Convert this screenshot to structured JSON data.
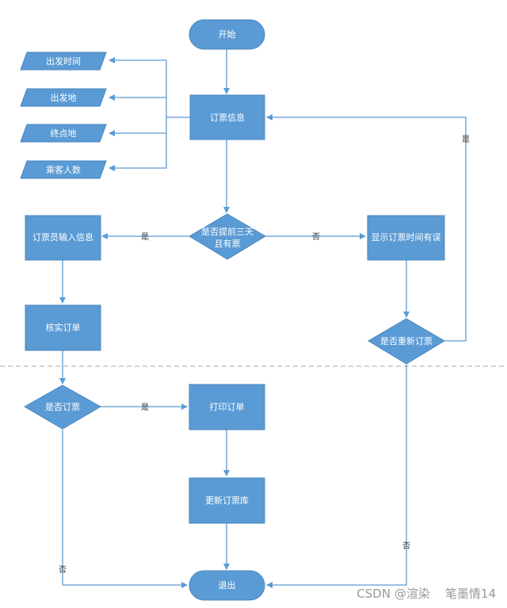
{
  "nodes": {
    "start": "开始",
    "ticket_info": "订票信息",
    "depart_time": "出发时间",
    "depart_place": "出发地",
    "destination": "终点地",
    "passengers": "乘客人数",
    "decision_3days_line1": "是否提前三天",
    "decision_3days_line2": "且有票",
    "clerk_input": "订票员输入信息",
    "verify_order": "核实订单",
    "show_error": "显示订票时间有误",
    "rebook_decision": "是否重新订票",
    "book_decision": "是否订票",
    "print_order": "打印订单",
    "update_db": "更新订票库",
    "exit": "退出"
  },
  "edge_labels": {
    "yes_left": "是",
    "no_right": "否",
    "yes_rebook": "是",
    "yes_print": "是",
    "no_exit_left": "否",
    "no_exit_right": "否"
  },
  "watermark": "CSDN @渲染    笔墨情14",
  "colors": {
    "node_fill": "#5b9bd5",
    "node_stroke": "#4a86bd",
    "connector": "#5b9bd5",
    "divider": "#a6a6a6"
  }
}
